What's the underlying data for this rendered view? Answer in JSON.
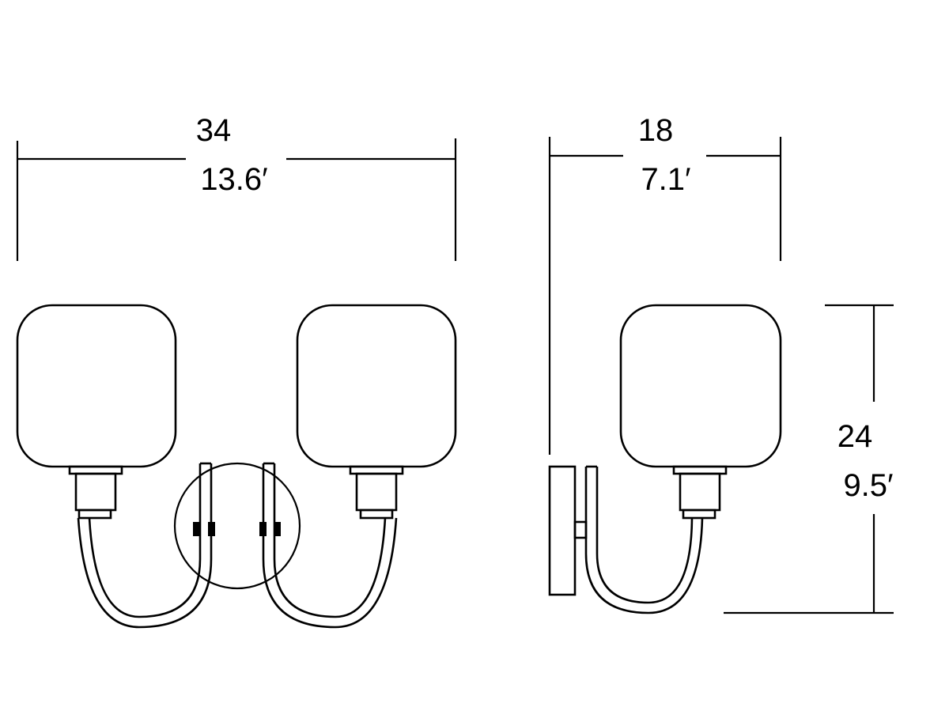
{
  "dimensions": {
    "width_top": {
      "value": "34",
      "feet": "13.6′"
    },
    "depth_top": {
      "value": "18",
      "feet": "7.1′"
    },
    "height_side": {
      "value": "24",
      "feet": "9.5′"
    }
  }
}
